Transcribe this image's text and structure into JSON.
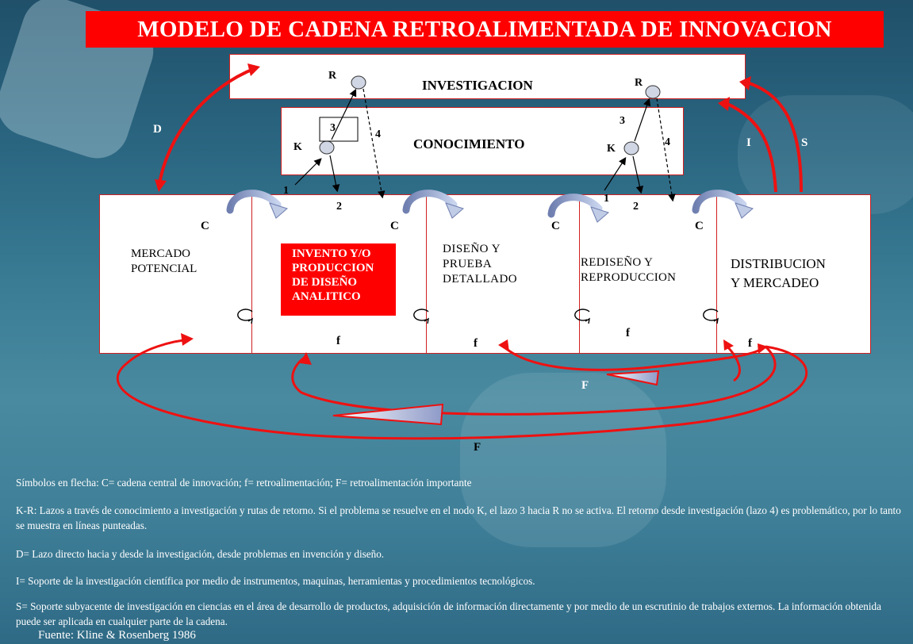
{
  "title": "MODELO DE CADENA RETROALIMENTADA  DE INNOVACION",
  "top_box": "INVESTIGACION",
  "mid_box": "CONOCIMIENTO",
  "stages": {
    "s1": "MERCADO\nPOTENCIAL",
    "s2": "INVENTO Y/O\nPRODUCCION\nDE DISEÑO\nANALITICO",
    "s3": "DISEÑO Y\nPRUEBA\nDETALLADO",
    "s4": "REDISEÑO Y\nREPRODUCCION",
    "s5": "DISTRIBUCION\nY MERCADEO"
  },
  "labels": {
    "C": "C",
    "f": "f",
    "F": "F",
    "R": "R",
    "K": "K",
    "one": "1",
    "two": "2",
    "three": "3",
    "four": "4",
    "D": "D",
    "I": "I",
    "S": "S"
  },
  "notes": {
    "n1": "Símbolos en flecha: C= cadena central de innovación; f= retroalimentación; F= retroalimentación importante",
    "n2": "K-R: Lazos a través de conocimiento a investigación y rutas de retorno. Si el problema se resuelve en el nodo K, el lazo 3 hacia R no se activa. El retorno desde investigación (lazo 4) es problemático, por lo tanto se muestra en líneas punteadas.",
    "n3": "D= Lazo directo hacia y desde la investigación, desde problemas en invención y diseño.",
    "n4": "I= Soporte de la investigación científica por medio de instrumentos, maquinas, herramientas y procedimientos tecnológicos.",
    "n5": "S= Soporte subyacente  de investigación en ciencias en el área de desarrollo de productos, adquisición de  información directamente y por medio de un escrutinio de trabajos externos. La información obtenida puede ser aplicada en cualquier parte de la cadena."
  },
  "source": "Fuente: Kline & Rosenberg 1986"
}
